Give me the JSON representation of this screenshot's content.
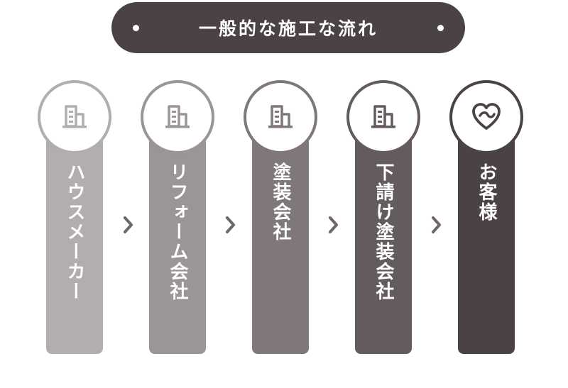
{
  "header": {
    "title": "一般的な施工な流れ"
  },
  "steps": [
    {
      "label": "ハウスメーカー",
      "icon": "building-icon",
      "color": "#b2adae"
    },
    {
      "label": "リフォーム会社",
      "icon": "building-icon",
      "color": "#9b9596"
    },
    {
      "label": "塗装会社",
      "icon": "building-icon",
      "color": "#7f7779"
    },
    {
      "label": "下請け塗装会社",
      "icon": "building-icon",
      "color": "#635b5d"
    },
    {
      "label": "お客様",
      "icon": "heart-icon",
      "color": "#4a4244"
    }
  ]
}
